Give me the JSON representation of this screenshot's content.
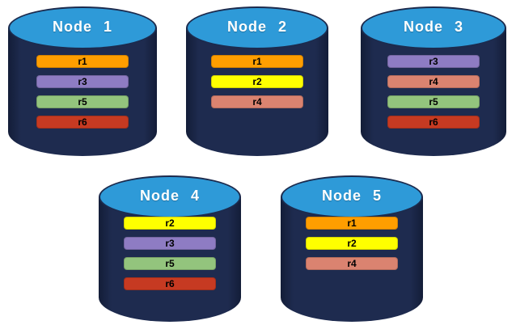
{
  "diagram": {
    "background_color": "#ffffff",
    "cylinder_body_color": "#1e2b4f",
    "cylinder_top_color": "#2e9ad8",
    "cylinder_outline_color": "#1c2b4e",
    "title_text_color": "#ffffff"
  },
  "replica_colors": {
    "r1": "#ff9e00",
    "r2": "#ffff00",
    "r3": "#8e7cc3",
    "r4": "#da8370",
    "r5": "#93c47d",
    "r6": "#c63a22"
  },
  "nodes": [
    {
      "title": "Node 1",
      "replicas": [
        "r1",
        "r3",
        "r5",
        "r6"
      ]
    },
    {
      "title": "Node 2",
      "replicas": [
        "r1",
        "r2",
        "r4"
      ]
    },
    {
      "title": "Node 3",
      "replicas": [
        "r3",
        "r4",
        "r5",
        "r6"
      ]
    },
    {
      "title": "Node 4",
      "replicas": [
        "r2",
        "r3",
        "r5",
        "r6"
      ]
    },
    {
      "title": "Node 5",
      "replicas": [
        "r1",
        "r2",
        "r4"
      ]
    }
  ]
}
